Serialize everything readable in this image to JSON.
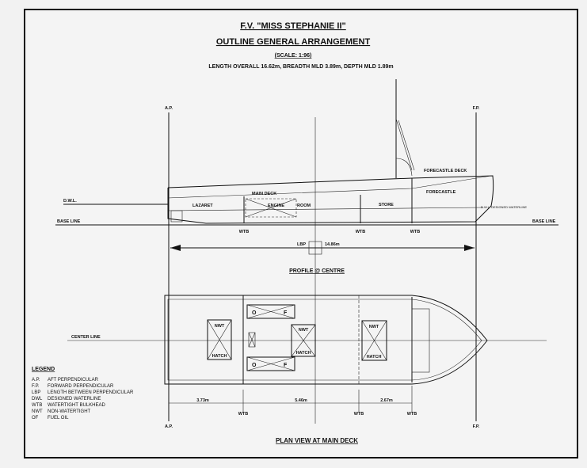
{
  "title": "F.V. \"MISS STEPHANIE II\"",
  "subtitle": "OUTLINE GENERAL ARRANGEMENT",
  "scale": "(SCALE: 1:96)",
  "dimensions": "LENGTH OVERALL 16.62m, BREADTH MLD 3.89m, DEPTH MLD 1.89m",
  "profile": {
    "ap": "A.P.",
    "fp": "F.P.",
    "forecastle_deck": "FORECASTLE DECK",
    "forecastle": "FORECASTLE",
    "main_deck": "MAIN DECK",
    "lazaret": "LAZARET",
    "engine": "ENGINE",
    "room": "ROOM",
    "store": "STORE",
    "dwl": "D.W.L.",
    "base_line_left": "BASE LINE",
    "base_line_right": "BASE LINE",
    "dwl_note": "D.W.L. DESIGNED WATERLINE",
    "wtb": [
      "WTB",
      "WTB",
      "WTB"
    ],
    "lbp_label": "LBP",
    "lbp_value": "14.86m",
    "caption": "PROFILE @ CENTRE"
  },
  "plan": {
    "center_line": "CENTER LINE",
    "nwt": [
      "NWT",
      "NWT",
      "NWT"
    ],
    "hatch": [
      "HATCH",
      "HATCH",
      "HATCH"
    ],
    "o": "O",
    "f": "F",
    "dims": [
      "3.73m",
      "5.46m",
      "2.67m"
    ],
    "wtb": [
      "WTB",
      "WTB",
      "WTB"
    ],
    "ap": "A.P.",
    "fp": "F.P.",
    "caption": "PLAN VIEW AT MAIN DECK"
  },
  "legend": {
    "title": "LEGEND",
    "items": [
      {
        "abbr": "A.P.",
        "desc": "AFT PERPENDICULAR"
      },
      {
        "abbr": "F.P.",
        "desc": "FORWARD PERPENDICULAR"
      },
      {
        "abbr": "LBP",
        "desc": "LENGTH BETWEEN PERPENDICULAR"
      },
      {
        "abbr": "DWL",
        "desc": "DESIGNED WATERLINE"
      },
      {
        "abbr": "WTB",
        "desc": "WATERTIGHT BULKHEAD"
      },
      {
        "abbr": "NWT",
        "desc": "NON-WATERTIGHT"
      },
      {
        "abbr": "OF",
        "desc": "FUEL OIL"
      }
    ]
  }
}
